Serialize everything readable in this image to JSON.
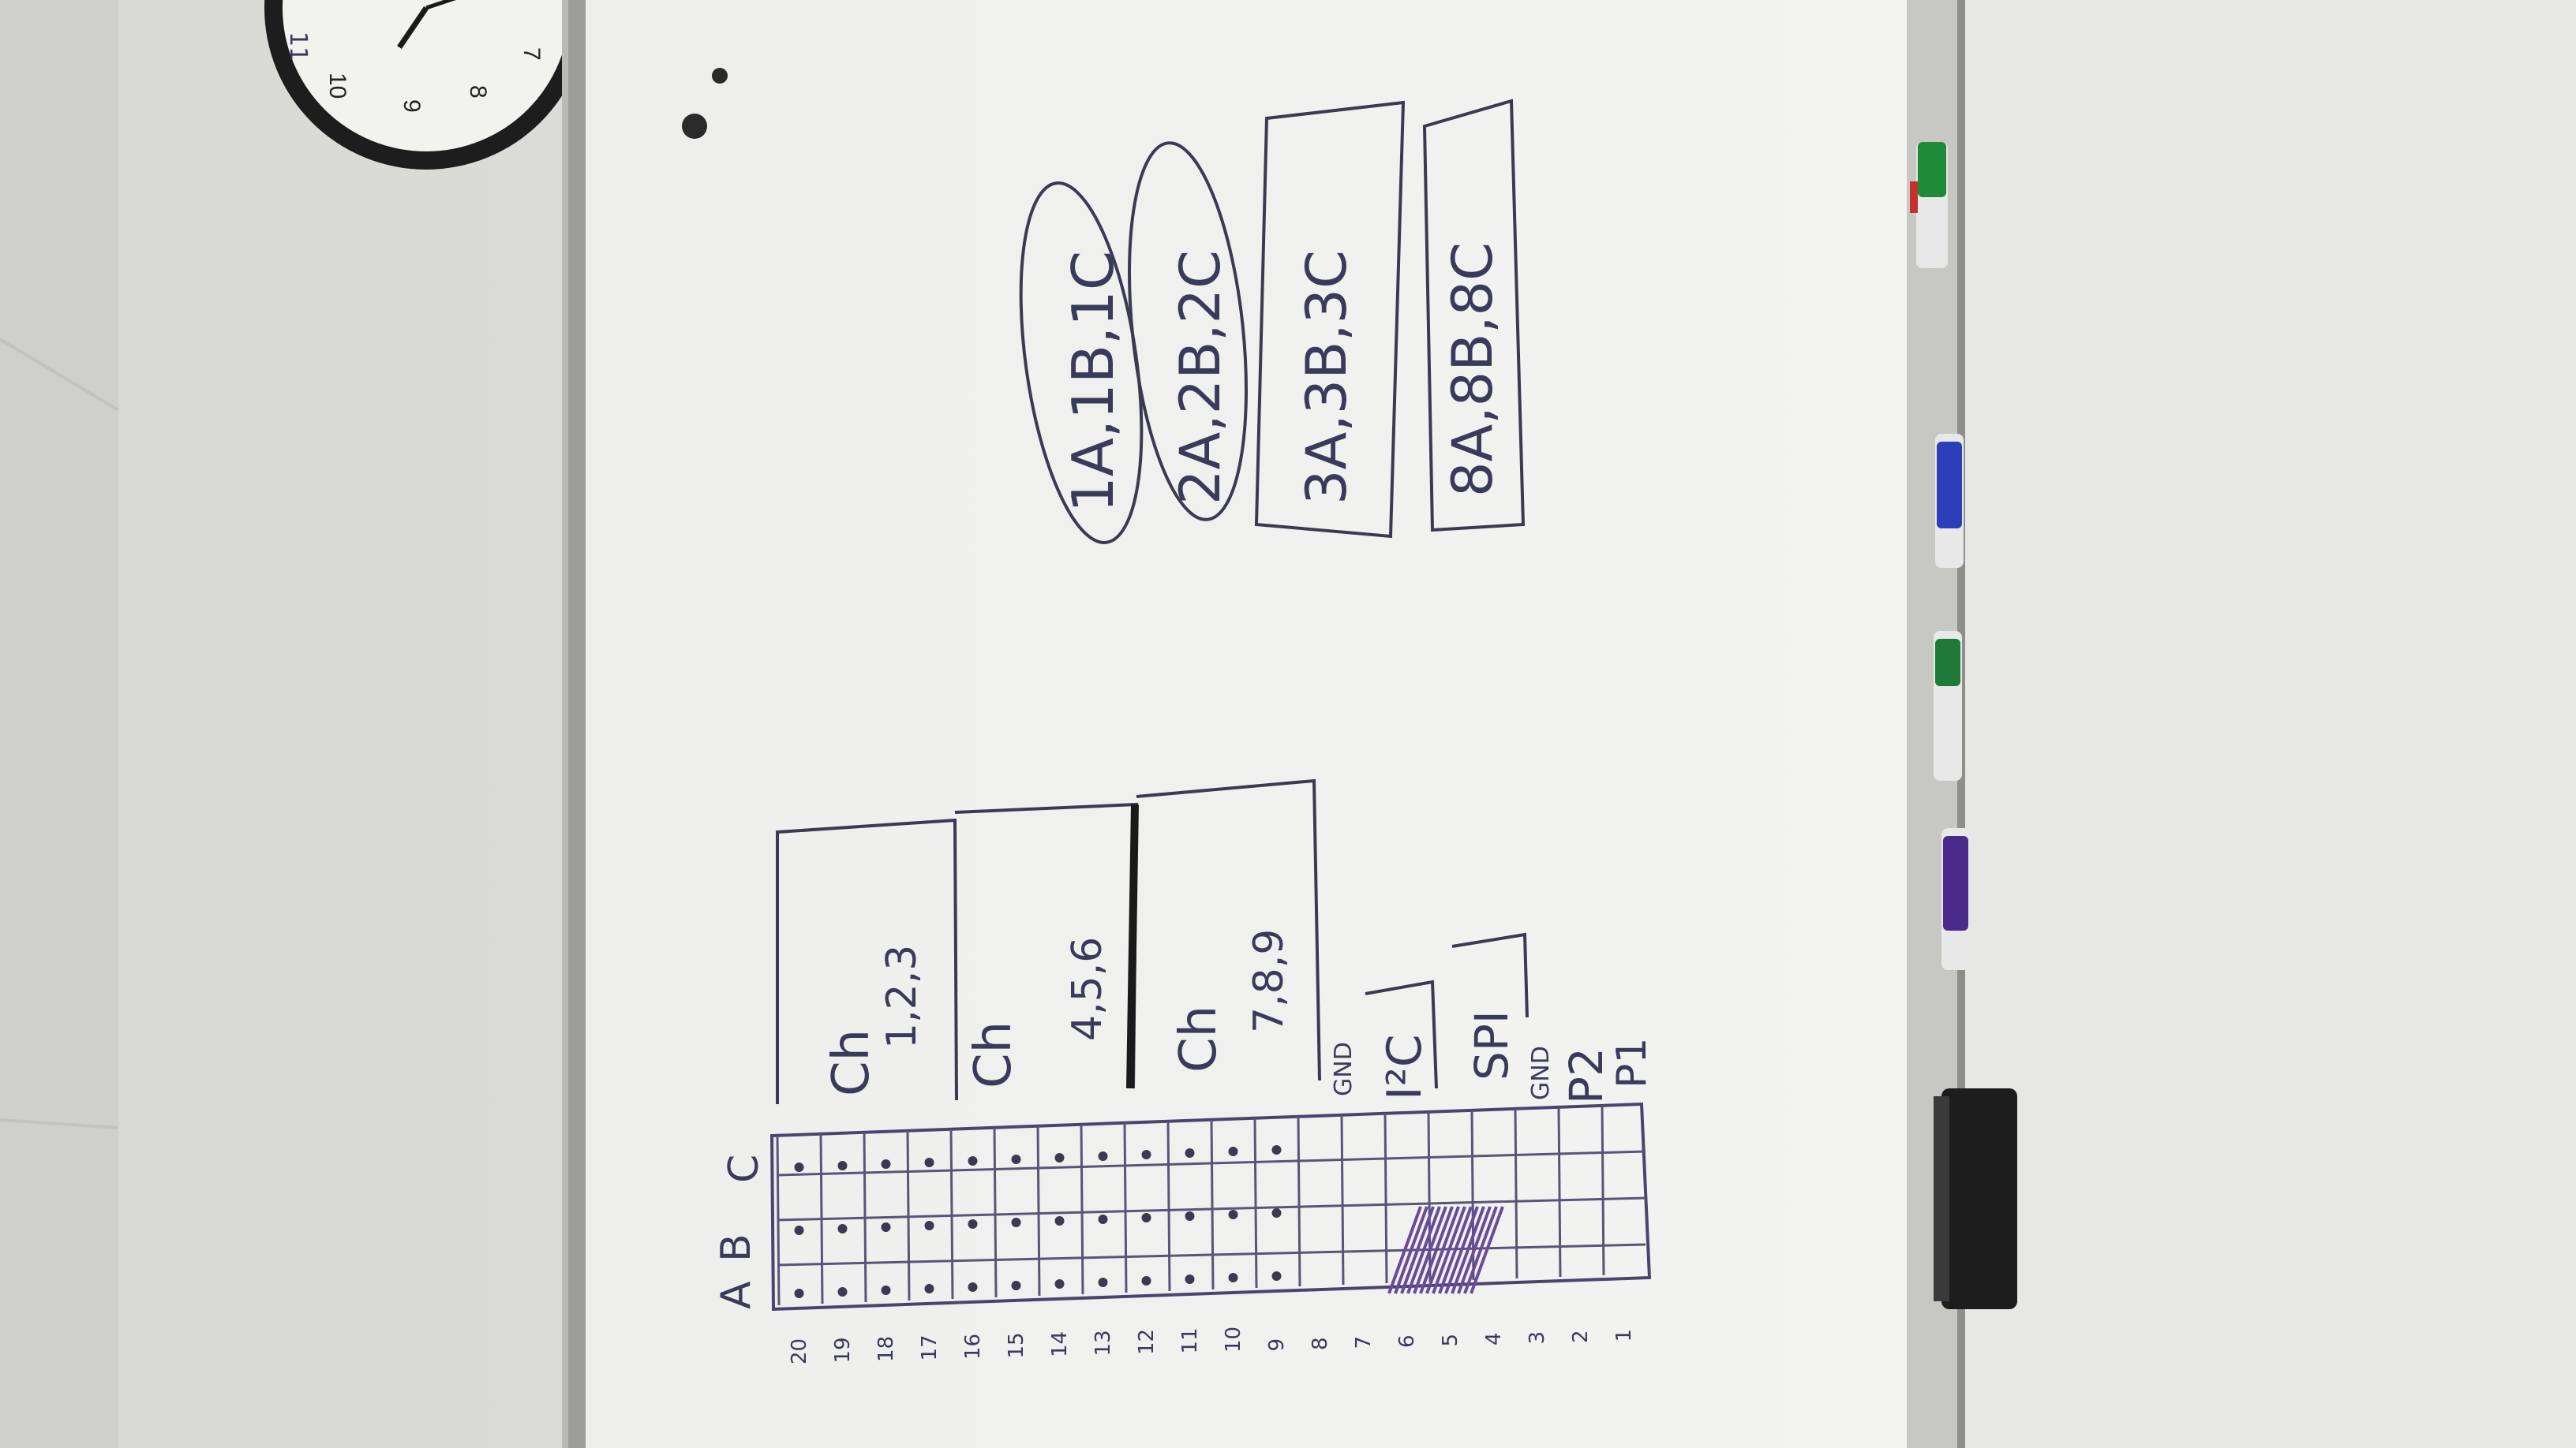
{
  "clock": {
    "numerals": [
      "11",
      "10",
      "9",
      "8",
      "7"
    ]
  },
  "whiteboard": {
    "grid": {
      "column_headers": [
        "A",
        "B",
        "C"
      ],
      "row_numbers": [
        "20",
        "19",
        "18",
        "17",
        "16",
        "15",
        "14",
        "13",
        "12",
        "11",
        "10",
        "9",
        "8",
        "7",
        "6",
        "5",
        "4",
        "3",
        "2",
        "1"
      ]
    },
    "channel_boxes": [
      {
        "title": "Ch",
        "channels": "1,2,3"
      },
      {
        "title": "Ch",
        "channels": "4,5,6"
      },
      {
        "title": "Ch",
        "channels": "7,8,9"
      }
    ],
    "bus_labels": {
      "gnd_top": "GND",
      "i2c": "I²C",
      "spi": "SPI",
      "gnd_bottom": "GND",
      "p2": "P2",
      "p1": "P1"
    },
    "groups": [
      {
        "label": "1A,1B,1C",
        "shape": "oval"
      },
      {
        "label": "2A,2B,2C",
        "shape": "oval"
      },
      {
        "label": "3A,3B,3C",
        "shape": "box"
      },
      {
        "label": "8A,8B,8C",
        "shape": "box"
      }
    ]
  },
  "markers": [
    {
      "color": "#1f8a3a"
    },
    {
      "color": "#2a3fb8"
    },
    {
      "color": "#1f7a3a"
    },
    {
      "color": "#4a2a8a"
    }
  ]
}
